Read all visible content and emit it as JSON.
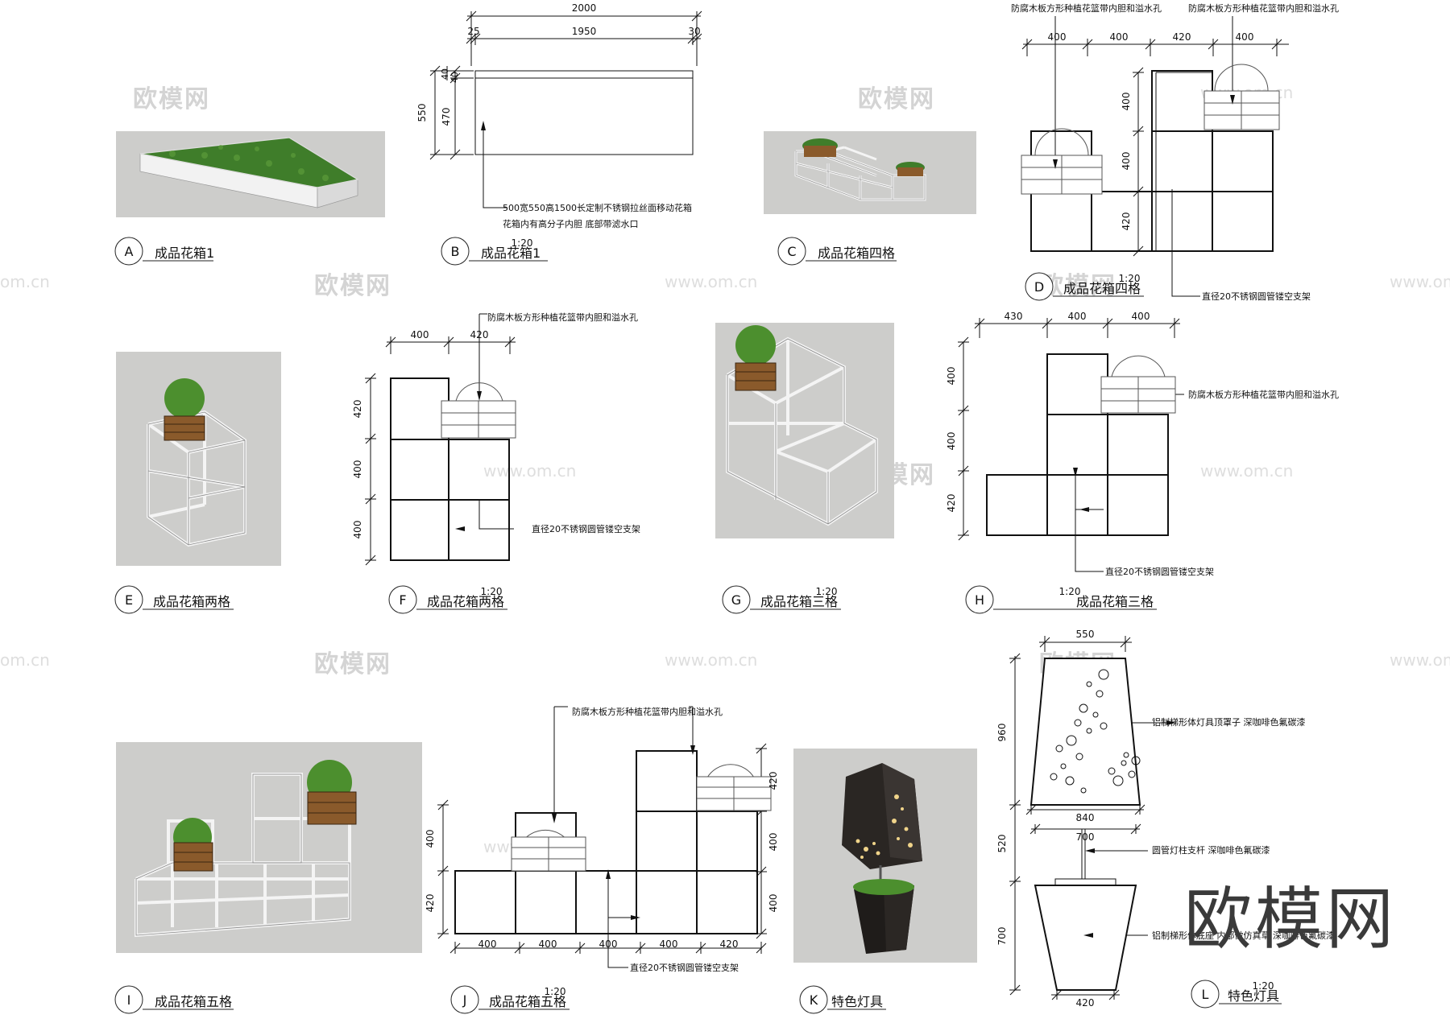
{
  "watermark": {
    "brand_cn": "欧模网",
    "site": "www.om.cn",
    "site_short": "om.cn"
  },
  "panels": {
    "A": {
      "letter": "A",
      "title": "成品花箱1"
    },
    "B": {
      "letter": "B",
      "title": "成品花箱1",
      "scale": "1:20",
      "dims": {
        "overall": "2000",
        "inner": "1950",
        "left": "25",
        "right": "30",
        "h_total": "550",
        "h_top": "40",
        "h_body": "470",
        "h_small": "40"
      },
      "note_line1": "500宽550高1500长定制不锈钢拉丝面移动花箱",
      "note_line2": "花箱内有高分子内胆  底部带滤水口"
    },
    "C": {
      "letter": "C",
      "title": "成品花箱四格"
    },
    "D": {
      "letter": "D",
      "title": "成品花箱四格",
      "scale": "1:20",
      "top_note_1": "防腐木板方形种植花篮带内胆和溢水孔",
      "top_note_2": "防腐木板方形种植花篮带内胆和溢水孔",
      "dims_top": [
        "400",
        "400",
        "420",
        "400"
      ],
      "dims_left": [
        "400",
        "400",
        "420"
      ],
      "bottom_note": "直径20不锈钢圆管镂空支架"
    },
    "E": {
      "letter": "E",
      "title": "成品花箱两格"
    },
    "F": {
      "letter": "F",
      "title": "成品花箱两格",
      "scale": "1:20",
      "top_note": "防腐木板方形种植花篮带内胆和溢水孔",
      "dims_top": [
        "400",
        "420"
      ],
      "dims_left": [
        "420",
        "400",
        "400"
      ],
      "side_note": "直径20不锈钢圆管镂空支架"
    },
    "G": {
      "letter": "G",
      "title": "成品花箱三格",
      "scale": "1:20"
    },
    "H": {
      "letter": "H",
      "title": "成品花箱三格",
      "scale": "1:20",
      "dims_top": [
        "430",
        "400",
        "400"
      ],
      "dims_left": [
        "400",
        "400",
        "420"
      ],
      "side_note": "防腐木板方形种植花篮带内胆和溢水孔",
      "bottom_note": "直径20不锈钢圆管镂空支架"
    },
    "I": {
      "letter": "I",
      "title": "成品花箱五格"
    },
    "J": {
      "letter": "J",
      "title": "成品花箱五格",
      "scale": "1:20",
      "top_note": "防腐木板方形种植花篮带内胆和溢水孔",
      "dims_bottom": [
        "400",
        "400",
        "400",
        "400",
        "420"
      ],
      "dims_left": [
        "400",
        "420"
      ],
      "dims_right": [
        "420",
        "400",
        "400"
      ],
      "bottom_note": "直径20不锈钢圆管镂空支架"
    },
    "K": {
      "letter": "K",
      "title": "特色灯具"
    },
    "L": {
      "letter": "L",
      "title": "特色灯具",
      "scale": "1:20",
      "dims": {
        "top_width": "550",
        "shade_height": "960",
        "mid_height": "520",
        "pot_height": "700",
        "shade_bottom": "840",
        "pot_top": "700",
        "pot_bottom": "420"
      },
      "note_shade": "铝制梯形体灯具顶罩子  深咖啡色氟碳漆",
      "note_pole": "圆管灯柱支杆  深咖啡色氟碳漆",
      "note_pot": "铝制梯形体底座  内部做仿真草  深咖啡色氟碳漆"
    }
  }
}
